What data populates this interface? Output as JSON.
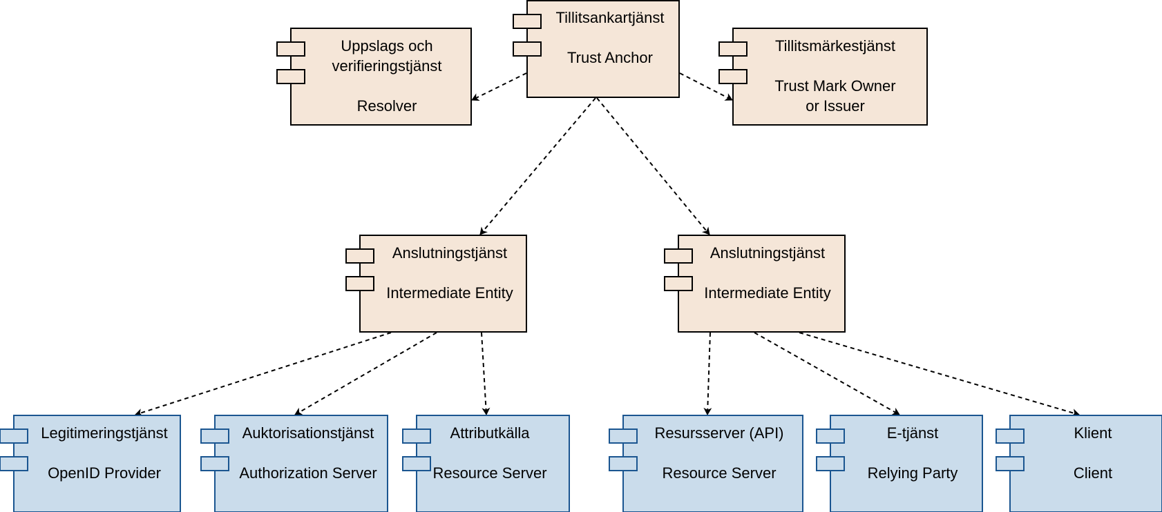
{
  "colors": {
    "orange_fill": "#f5e6d8",
    "orange_stroke": "#000000",
    "blue_fill": "#cadceb",
    "blue_stroke": "#1a5590",
    "edge": "#000000"
  },
  "icons": {
    "component": "uml-component-icon",
    "arrowhead": "open-arrowhead"
  },
  "nodes": {
    "trust_anchor": {
      "lines": [
        "Tillitsankartjänst",
        "",
        "Trust Anchor"
      ],
      "style": "orange"
    },
    "resolver": {
      "lines": [
        "Uppslags och",
        "verifieringstjänst",
        "",
        "Resolver"
      ],
      "style": "orange"
    },
    "trust_mark": {
      "lines": [
        "Tillitsmärkestjänst",
        "",
        "Trust Mark Owner",
        "or Issuer"
      ],
      "style": "orange"
    },
    "intermediate_left": {
      "lines": [
        "Anslutningstjänst",
        "",
        "Intermediate Entity"
      ],
      "style": "orange"
    },
    "intermediate_right": {
      "lines": [
        "Anslutningstjänst",
        "",
        "Intermediate Entity"
      ],
      "style": "orange"
    },
    "op": {
      "lines": [
        "Legitimeringstjänst",
        "",
        "OpenID Provider"
      ],
      "style": "blue"
    },
    "as": {
      "lines": [
        "Auktorisationstjänst",
        "",
        "Authorization Server"
      ],
      "style": "blue"
    },
    "attr": {
      "lines": [
        "Attributkälla",
        "",
        "Resource Server"
      ],
      "style": "blue"
    },
    "api": {
      "lines": [
        "Resursserver (API)",
        "",
        "Resource Server"
      ],
      "style": "blue"
    },
    "rp": {
      "lines": [
        "E-tjänst",
        "",
        "Relying Party"
      ],
      "style": "blue"
    },
    "client": {
      "lines": [
        "Klient",
        "",
        "Client"
      ],
      "style": "blue"
    }
  },
  "edges": [
    {
      "from": "trust_anchor",
      "to": "resolver",
      "style": "dashed"
    },
    {
      "from": "trust_anchor",
      "to": "trust_mark",
      "style": "dashed"
    },
    {
      "from": "trust_anchor",
      "to": "intermediate_left",
      "style": "dashed"
    },
    {
      "from": "trust_anchor",
      "to": "intermediate_right",
      "style": "dashed"
    },
    {
      "from": "intermediate_left",
      "to": "op",
      "style": "dashed"
    },
    {
      "from": "intermediate_left",
      "to": "as",
      "style": "dashed"
    },
    {
      "from": "intermediate_left",
      "to": "attr",
      "style": "dashed"
    },
    {
      "from": "intermediate_right",
      "to": "api",
      "style": "dashed"
    },
    {
      "from": "intermediate_right",
      "to": "rp",
      "style": "dashed"
    },
    {
      "from": "intermediate_right",
      "to": "client",
      "style": "dashed"
    }
  ]
}
